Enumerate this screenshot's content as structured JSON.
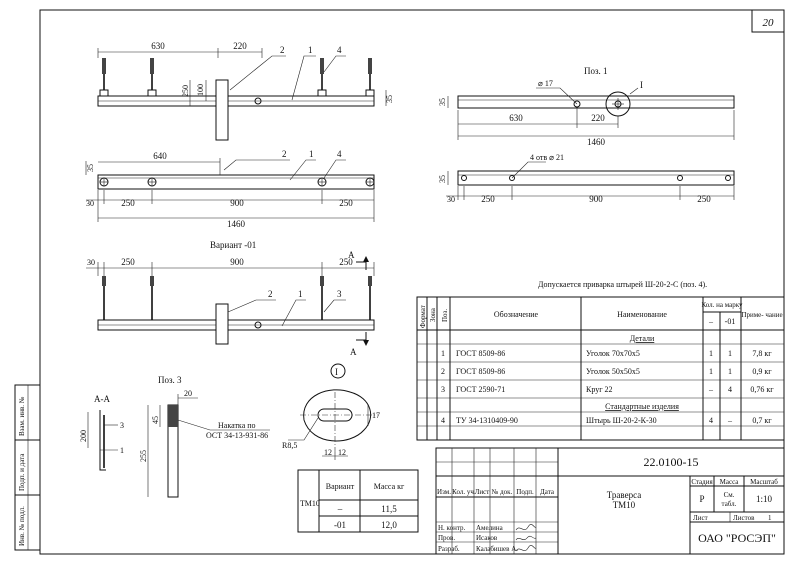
{
  "sheet": {
    "page_number": "20"
  },
  "views": {
    "top_dims": [
      "630",
      "220",
      "100",
      "250",
      "35"
    ],
    "top_leaders": [
      "2",
      "1",
      "4"
    ],
    "plan_dims": [
      "640",
      "35",
      "30",
      "250",
      "900",
      "250",
      "1460"
    ],
    "plan_leaders": [
      "2",
      "1",
      "4"
    ],
    "variant_title": "Вариант -01",
    "variant_dims": [
      "30",
      "250",
      "900",
      "250"
    ],
    "variant_leaders": [
      "2",
      "1",
      "3"
    ],
    "section_mark": "А",
    "poz1_title": "Поз. 1",
    "poz1_dims": [
      "35",
      "⌀ 17",
      "630",
      "220",
      "1460"
    ],
    "poz1_callout": "I",
    "poz1_plan_dims": [
      "35",
      "4 отв ⌀ 21",
      "30",
      "250",
      "900",
      "250"
    ],
    "poz1_plan_note": "",
    "aa_title": "А-А",
    "aa_dims": [
      "200",
      "3",
      "1"
    ],
    "poz3_title": "Поз. 3",
    "poz3_dims": [
      "20",
      "45",
      "255"
    ],
    "poz3_note_line1": "Накатка по",
    "poz3_note_line2": "ОСТ 34-13-931-86",
    "detail_callout": "I",
    "detail_dims": [
      "17",
      "R8,5",
      "12",
      "12"
    ]
  },
  "note": "Допускается приварка штырей Ш-20-2-С (поз. 4).",
  "spec_table": {
    "headers": {
      "format": "Формат",
      "zone": "Зона",
      "pos": "Поз.",
      "designation": "Обозначение",
      "name": "Наименование",
      "qty": "Кол. на марку",
      "qty_a": "–",
      "qty_b": "-01",
      "remark": "Приме- чание"
    },
    "section_details": "Детали",
    "section_standard": "Стандартные изделия",
    "rows": [
      {
        "pos": "1",
        "designation": "ГОСТ 8509-86",
        "name": "Уголок 70х70х5",
        "qty_a": "1",
        "qty_b": "1",
        "remark": "7,8 кг"
      },
      {
        "pos": "2",
        "designation": "ГОСТ 8509-86",
        "name": "Уголок 50х50х5",
        "qty_a": "1",
        "qty_b": "1",
        "remark": "0,9 кг"
      },
      {
        "pos": "3",
        "designation": "ГОСТ 2590-71",
        "name": "Круг 22",
        "qty_a": "–",
        "qty_b": "4",
        "remark": "0,76 кг"
      },
      {
        "pos": "4",
        "designation": "ТУ 34-1310409-90",
        "name": "Штырь Ш-20-2-К-30",
        "qty_a": "4",
        "qty_b": "–",
        "remark": "0,7 кг"
      }
    ]
  },
  "mass_table": {
    "mark": "ТМ10",
    "h_variant": "Вариант",
    "h_mass": "Масса кг",
    "rows": [
      {
        "variant": "–",
        "mass": "11,5"
      },
      {
        "variant": "-01",
        "mass": "12,0"
      }
    ]
  },
  "title_block": {
    "doc_number": "22.0100-15",
    "col_izm": "Изм.",
    "col_kol": "Кол. уч",
    "col_list": "Лист",
    "col_ndok": "№ док.",
    "col_podp": "Подп.",
    "col_data": "Дата",
    "role1": "Н. контр.",
    "name1": "Амелина",
    "role2": "Пров.",
    "name2": "Исаков",
    "role3": "Разраб.",
    "name3": "Калабишев А.",
    "title_line1": "Траверса",
    "title_line2": "ТМ10",
    "h_stage": "Стадия",
    "h_mass": "Масса",
    "h_scale": "Масштаб",
    "stage": "Р",
    "mass_line1": "См.",
    "mass_line2": "табл.",
    "scale": "1:10",
    "sheet_label": "Лист",
    "sheets_label": "Листов",
    "sheets_value": "1",
    "org": "ОАО \"РОСЭП\""
  },
  "side_stamp": {
    "l1": "Взам. инв. №",
    "l2": "Подп. и дата",
    "l3": "Инв. № подл."
  }
}
